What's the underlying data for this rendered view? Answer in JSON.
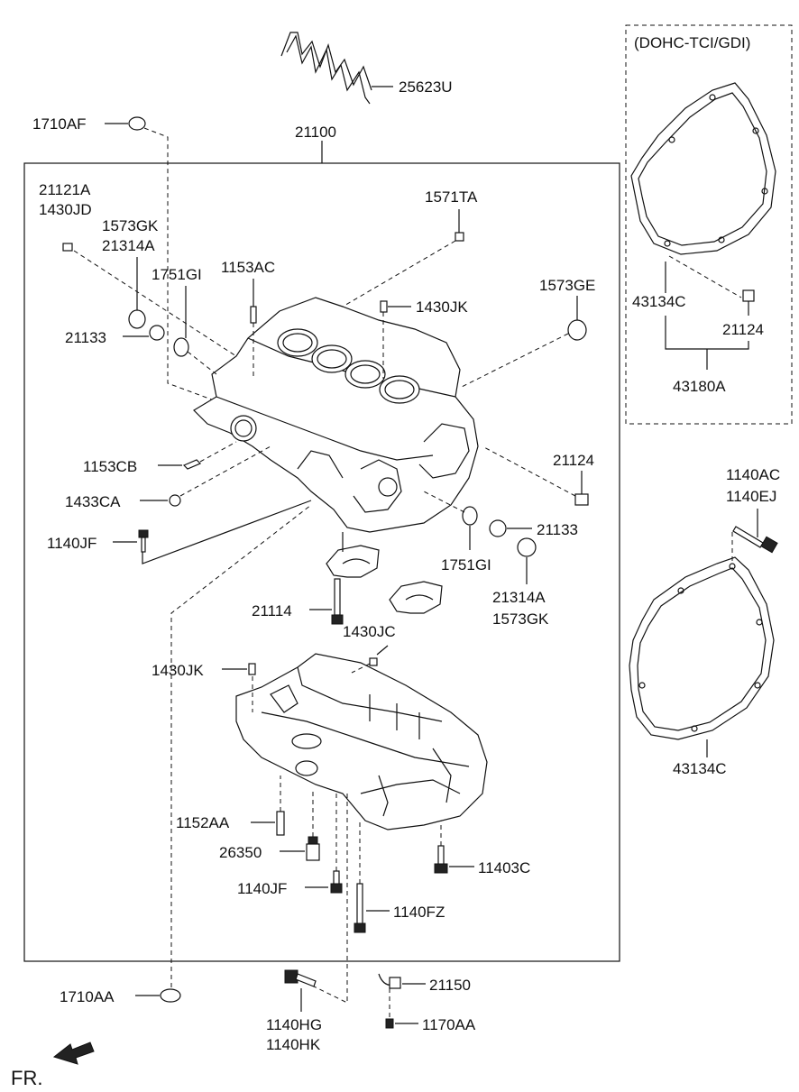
{
  "title": "(DOHC-TCI/GDI)",
  "orientation": "FR.",
  "labels": {
    "p25623U": "25623U",
    "p1710AF": "1710AF",
    "p21100": "21100",
    "p21121A": "21121A",
    "p1430JD": "1430JD",
    "p1573GK_a": "1573GK",
    "p21314A_a": "21314A",
    "p1751GI_a": "1751GI",
    "p1153AC": "1153AC",
    "p1571TA": "1571TA",
    "p1573GE": "1573GE",
    "p1430JK_a": "1430JK",
    "p21133_a": "21133",
    "p1153CB": "1153CB",
    "p21124_a": "21124",
    "p1433CA": "1433CA",
    "p1140JF_a": "1140JF",
    "p21133_b": "21133",
    "p1751GI_b": "1751GI",
    "p21314A_b": "21314A",
    "p1573GK_b": "1573GK",
    "p21114": "21114",
    "p1430JC": "1430JC",
    "p1430JK_b": "1430JK",
    "p1152AA": "1152AA",
    "p26350": "26350",
    "p11403C": "11403C",
    "p1140JF_b": "1140JF",
    "p1140FZ": "1140FZ",
    "p1710AA": "1710AA",
    "p21150": "21150",
    "p1140HG": "1140HG",
    "p1140HK": "1140HK",
    "p1170AA": "1170AA",
    "p43134C_a": "43134C",
    "p21124_b": "21124",
    "p43180A": "43180A",
    "p1140AC": "1140AC",
    "p1140EJ": "1140EJ",
    "p43134C_b": "43134C"
  },
  "icons": [
    "cylinder-block-icon",
    "oil-pan-icon",
    "gasket-icon",
    "bolt-icon",
    "seal-icon",
    "bearing-cap-icon",
    "front-arrow-icon"
  ]
}
